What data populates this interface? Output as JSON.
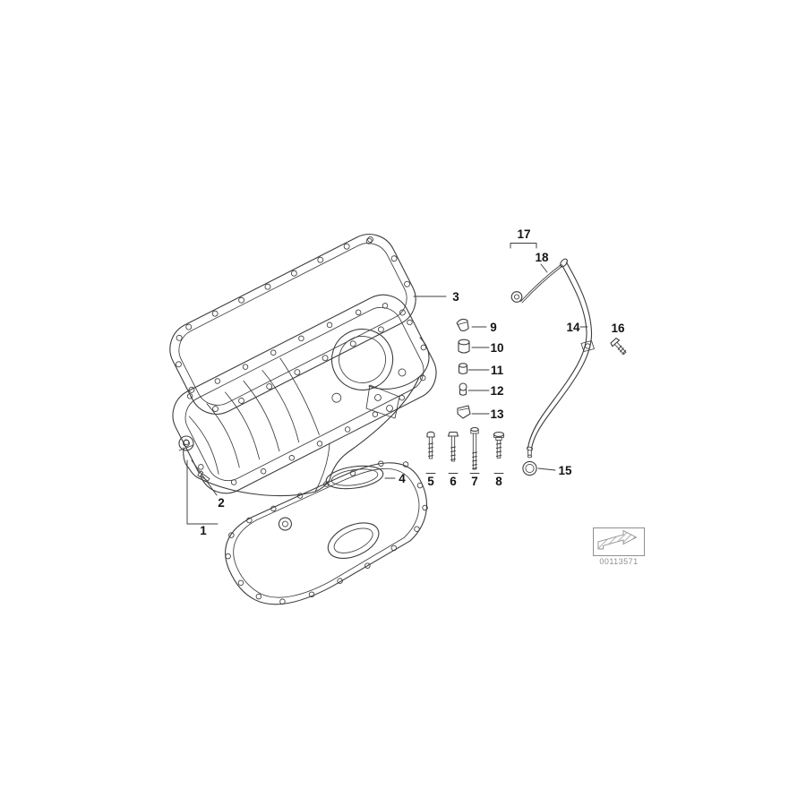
{
  "diagram": {
    "title_hint": "exploded-parts-diagram-oil-pan",
    "callouts": [
      {
        "id": "1"
      },
      {
        "id": "2"
      },
      {
        "id": "3"
      },
      {
        "id": "4"
      },
      {
        "id": "5"
      },
      {
        "id": "6"
      },
      {
        "id": "7"
      },
      {
        "id": "8"
      },
      {
        "id": "9"
      },
      {
        "id": "10"
      },
      {
        "id": "11"
      },
      {
        "id": "12"
      },
      {
        "id": "13"
      },
      {
        "id": "14"
      },
      {
        "id": "15"
      },
      {
        "id": "16"
      },
      {
        "id": "17"
      },
      {
        "id": "18"
      }
    ],
    "stamp": {
      "code": "00113571"
    },
    "colors": {
      "line": "#3d3d3d",
      "label": "#141414",
      "stamp": "#8f8f8f",
      "background": "#ffffff"
    }
  }
}
